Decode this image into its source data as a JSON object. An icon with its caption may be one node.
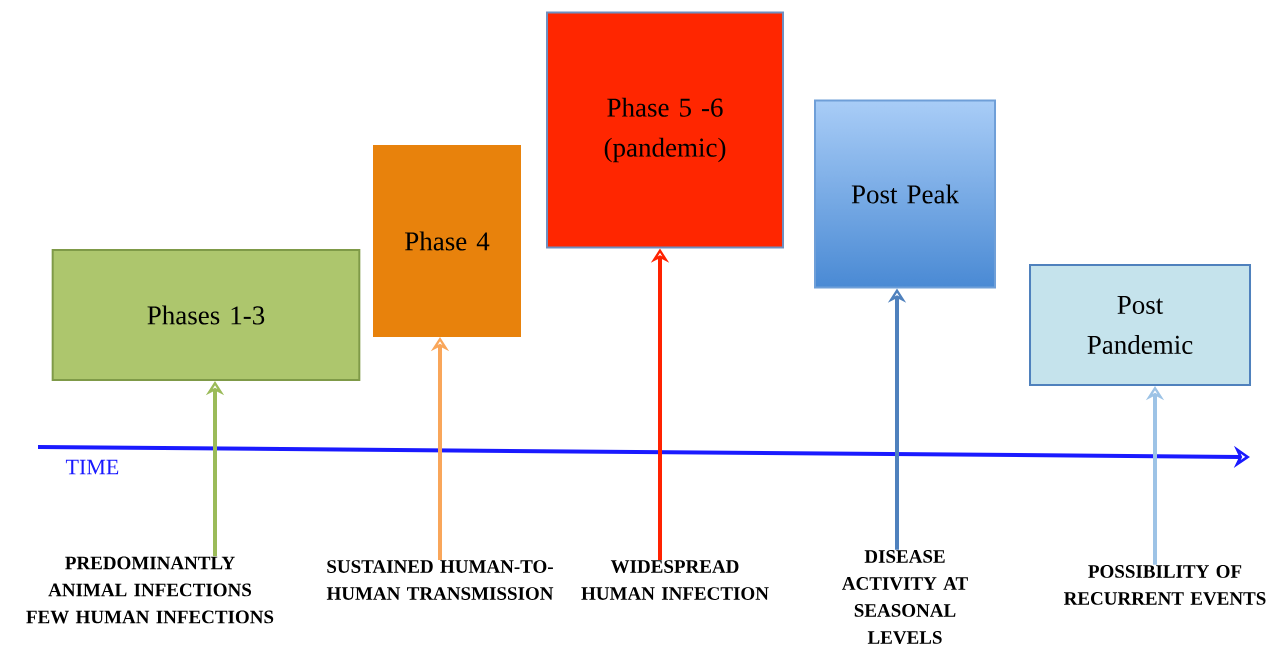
{
  "diagram": {
    "nodes": [
      {
        "text": [
          "Phases 1-3"
        ]
      },
      {
        "text": [
          "Phase 4"
        ]
      },
      {
        "text": [
          "Phase 5 -6 (pandemic)"
        ]
      },
      {
        "text": [
          "Post Peak"
        ]
      },
      {
        "text": [
          "Post Pandemic"
        ]
      },
      {
        "text": [
          "PREDOMINANTLY ANIMAL INFECTIONS FEW HUMAN INFECTIONS"
        ]
      },
      {
        "text": [
          "SUSTAINED HUMAN-TO-HUMAN TRANSMISSION"
        ]
      },
      {
        "text": [
          "WIDESPREAD HUMAN INFECTION"
        ]
      },
      {
        "text": [
          "DISEASE ACTIVITY AT SEASONAL LEVELS"
        ]
      },
      {
        "text": [
          "POSSIBILITY OF RECURRENT EVENTS"
        ]
      }
    ],
    "edges": [
      {
        "from": 5,
        "to": 0,
        "arrow": "to",
        "color": "#9bbb59"
      },
      {
        "from": 6,
        "to": 1,
        "arrow": "to",
        "color": "#f9a65a"
      },
      {
        "from": 7,
        "to": 2,
        "arrow": "to",
        "color": "#ff2200"
      },
      {
        "from": 8,
        "to": 3,
        "arrow": "to",
        "color": "#4f81bd"
      },
      {
        "from": 9,
        "to": 4,
        "arrow": "to",
        "color": "#9dc3e6"
      }
    ],
    "labels": [
      "TIME"
    ]
  }
}
